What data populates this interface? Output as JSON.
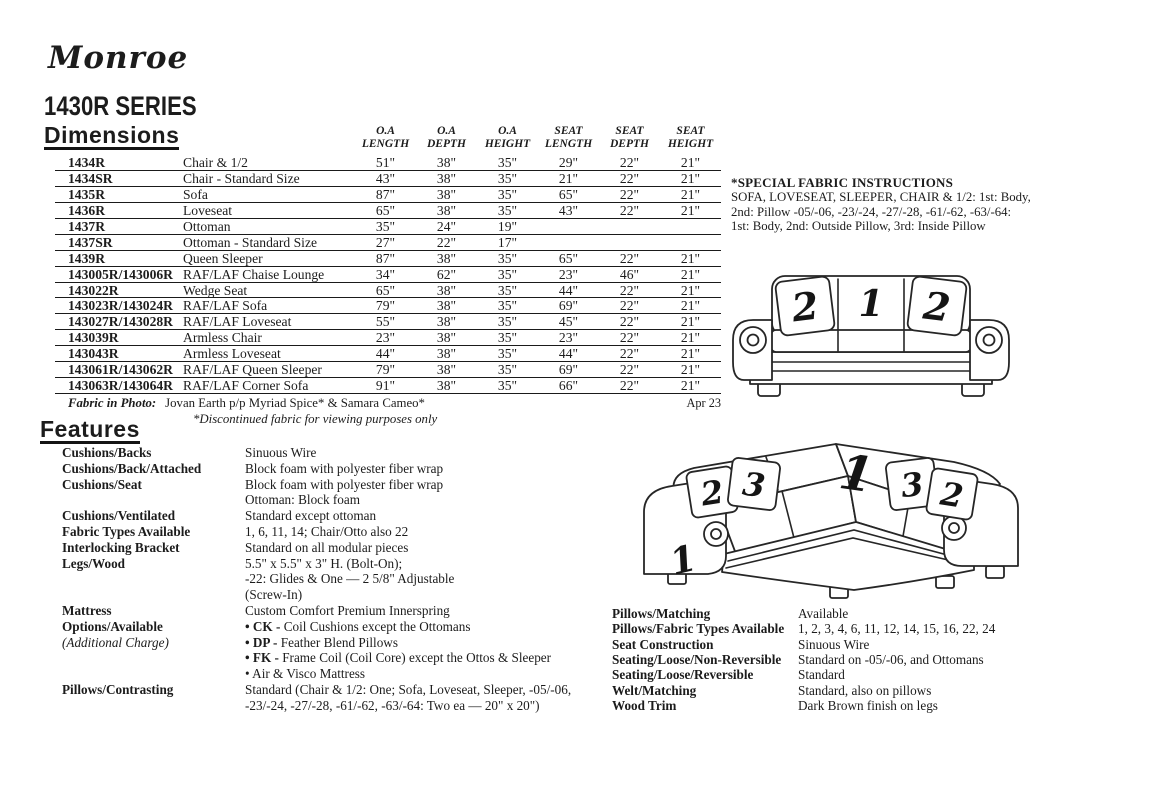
{
  "page": {
    "brand": "Monroe",
    "series": "1430R SERIES",
    "dimensions_heading": "Dimensions",
    "features_heading": "Features",
    "date": "Apr 23"
  },
  "dimensions_table": {
    "headers": [
      {
        "l1": "O.A",
        "l2": "LENGTH"
      },
      {
        "l1": "O.A",
        "l2": "DEPTH"
      },
      {
        "l1": "O.A",
        "l2": "HEIGHT"
      },
      {
        "l1": "SEAT",
        "l2": "LENGTH"
      },
      {
        "l1": "SEAT",
        "l2": "DEPTH"
      },
      {
        "l1": "SEAT",
        "l2": "HEIGHT"
      }
    ],
    "rows": [
      {
        "item": "1434R",
        "desc": "Chair & 1/2",
        "vals": [
          "51\"",
          "38\"",
          "35\"",
          "29\"",
          "22\"",
          "21\""
        ]
      },
      {
        "item": "1434SR",
        "desc": "Chair - Standard Size",
        "vals": [
          "43\"",
          "38\"",
          "35\"",
          "21\"",
          "22\"",
          "21\""
        ]
      },
      {
        "item": "1435R",
        "desc": "Sofa",
        "vals": [
          "87\"",
          "38\"",
          "35\"",
          "65\"",
          "22\"",
          "21\""
        ]
      },
      {
        "item": "1436R",
        "desc": "Loveseat",
        "vals": [
          "65\"",
          "38\"",
          "35\"",
          "43\"",
          "22\"",
          "21\""
        ]
      },
      {
        "item": "1437R",
        "desc": "Ottoman",
        "vals": [
          "35\"",
          "24\"",
          "19\"",
          "",
          "",
          ""
        ]
      },
      {
        "item": "1437SR",
        "desc": "Ottoman - Standard Size",
        "vals": [
          "27\"",
          "22\"",
          "17\"",
          "",
          "",
          ""
        ]
      },
      {
        "item": "1439R",
        "desc": "Queen Sleeper",
        "vals": [
          "87\"",
          "38\"",
          "35\"",
          "65\"",
          "22\"",
          "21\""
        ]
      },
      {
        "item": "143005R/143006R",
        "desc": "RAF/LAF Chaise Lounge",
        "vals": [
          "34\"",
          "62\"",
          "35\"",
          "23\"",
          "46\"",
          "21\""
        ]
      },
      {
        "item": "143022R",
        "desc": "Wedge Seat",
        "vals": [
          "65\"",
          "38\"",
          "35\"",
          "44\"",
          "22\"",
          "21\""
        ]
      },
      {
        "item": "143023R/143024R",
        "desc": "RAF/LAF Sofa",
        "vals": [
          "79\"",
          "38\"",
          "35\"",
          "69\"",
          "22\"",
          "21\""
        ]
      },
      {
        "item": "143027R/143028R",
        "desc": "RAF/LAF Loveseat",
        "vals": [
          "55\"",
          "38\"",
          "35\"",
          "45\"",
          "22\"",
          "21\""
        ]
      },
      {
        "item": "143039R",
        "desc": "Armless Chair",
        "vals": [
          "23\"",
          "38\"",
          "35\"",
          "23\"",
          "22\"",
          "21\""
        ]
      },
      {
        "item": "143043R",
        "desc": "Armless Loveseat",
        "vals": [
          "44\"",
          "38\"",
          "35\"",
          "44\"",
          "22\"",
          "21\""
        ]
      },
      {
        "item": "143061R/143062R",
        "desc": "RAF/LAF Queen Sleeper",
        "vals": [
          "79\"",
          "38\"",
          "35\"",
          "69\"",
          "22\"",
          "21\""
        ]
      },
      {
        "item": "143063R/143064R",
        "desc": "RAF/LAF Corner Sofa",
        "vals": [
          "91\"",
          "38\"",
          "35\"",
          "66\"",
          "22\"",
          "21\""
        ]
      }
    ],
    "fabric_label": "Fabric in Photo:",
    "fabric_value": "Jovan Earth p/p Myriad Spice* & Samara Cameo*",
    "fabric_note": "*Discontinued fabric for viewing purposes only"
  },
  "special_instructions": {
    "title": "*SPECIAL FABRIC INSTRUCTIONS",
    "lines": [
      {
        "t": "SOFA, LOVESEAT, SLEEPER, CHAIR & 1/2: 1st: Body,"
      },
      {
        "t": "2nd: Pillow -05/-06, -23/-24, -27/-28, -61/-62, -63/-64:"
      },
      {
        "t": "1st: Body, 2nd: Outside Pillow, 3rd: Inside Pillow"
      }
    ]
  },
  "features_left": [
    {
      "label": "Cushions/Backs",
      "note": "",
      "b": "",
      "t": "Sinuous Wire"
    },
    {
      "label": "Cushions/Back/Attached",
      "note": "",
      "b": "",
      "t": "Block foam with polyester fiber wrap"
    },
    {
      "label": "Cushions/Seat",
      "note": "",
      "b": "",
      "t": "Block foam with polyester fiber wrap"
    },
    {
      "label": "",
      "note": "",
      "b": "",
      "t": "Ottoman: Block foam"
    },
    {
      "label": "Cushions/Ventilated",
      "note": "",
      "b": "",
      "t": "Standard except ottoman"
    },
    {
      "label": "Fabric Types Available",
      "note": "",
      "b": "",
      "t": "1, 6, 11, 14; Chair/Otto also 22"
    },
    {
      "label": "Interlocking Bracket",
      "note": "",
      "b": "",
      "t": "Standard on all modular pieces"
    },
    {
      "label": "Legs/Wood",
      "note": "",
      "b": "",
      "t": "5.5\" x 5.5\" x 3\" H. (Bolt-On);"
    },
    {
      "label": "",
      "note": "",
      "b": "",
      "t": "-22: Glides & One — 2 5/8\" Adjustable"
    },
    {
      "label": "",
      "note": "",
      "b": "",
      "t": "(Screw-In)"
    },
    {
      "label": "Mattress",
      "note": "",
      "b": "",
      "t": "Custom Comfort Premium Innerspring"
    },
    {
      "label": "Options/Available",
      "note": "",
      "b": "• CK -",
      "t": " Coil Cushions except the Ottomans"
    },
    {
      "label": "",
      "note": "(Additional Charge)",
      "b": "• DP -",
      "t": " Feather Blend Pillows"
    },
    {
      "label": "",
      "note": "",
      "b": "• FK -",
      "t": " Frame Coil (Coil Core) except the Ottos & Sleeper"
    },
    {
      "label": "",
      "note": "",
      "b": "",
      "t": "• Air & Visco Mattress"
    },
    {
      "label": "Pillows/Contrasting",
      "note": "",
      "b": "",
      "t": "Standard (Chair & 1/2: One; Sofa, Loveseat, Sleeper, -05/-06,"
    },
    {
      "label": "",
      "note": "",
      "b": "",
      "t": "-23/-24, -27/-28, -61/-62, -63/-64: Two ea — 20\" x 20\")"
    }
  ],
  "features_right": [
    {
      "label": "Pillows/Matching",
      "t": "Available"
    },
    {
      "label": "Pillows/Fabric Types Available",
      "t": "1, 2, 3, 4, 6, 11, 12, 14, 15, 16, 22, 24"
    },
    {
      "label": "Seat Construction",
      "t": "Sinuous Wire"
    },
    {
      "label": "Seating/Loose/Non-Reversible",
      "t": "Standard on -05/-06, and Ottomans"
    },
    {
      "label": "Seating/Loose/Reversible",
      "t": "Standard"
    },
    {
      "label": "Welt/Matching",
      "t": "Standard, also on pillows"
    },
    {
      "label": "Wood Trim",
      "t": "Dark Brown finish on legs"
    }
  ],
  "illustrations": {
    "sofa_pillow_left": "2",
    "sofa_center_cushion": "1",
    "sofa_pillow_right": "2",
    "sectional_arm_label": "1",
    "sectional_left_pillow_outer": "2",
    "sectional_left_pillow_inner": "3",
    "sectional_corner_label": "1",
    "sectional_right_pillow_inner": "3",
    "sectional_right_pillow_outer": "2",
    "pillow_light": "#a6a6a6",
    "pillow_dark": "#7f7f7f",
    "leg_dark": "#4a4a4a",
    "leg_gray": "#8f8f8f",
    "line_color": "#262626"
  }
}
